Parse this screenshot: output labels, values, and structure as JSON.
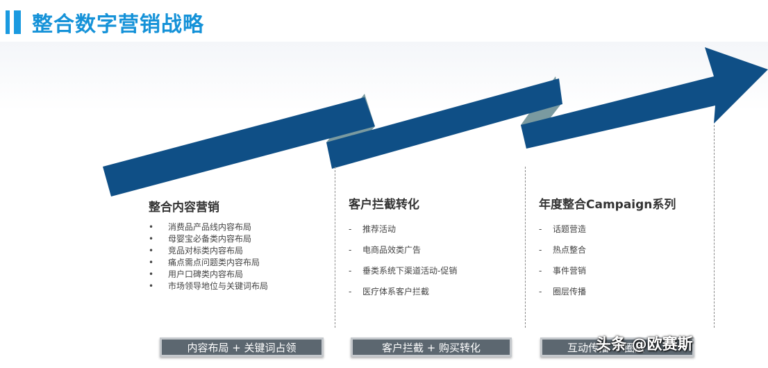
{
  "title": "整合数字营销战略",
  "sections": [
    {
      "heading": "整合内容营销",
      "items": [
        "消费品产品线内容布局",
        "母婴宝必备类内容布局",
        "竞品对标类内容布局",
        "痛点需点问题类内容布局",
        "用户口碑类内容布局",
        "市场领导地位与关键词布局"
      ]
    },
    {
      "heading": "客户拦截转化",
      "items": [
        "推荐活动",
        "电商品效类广告",
        "垂类系统下渠道活动-促销",
        "医疗体系客户拦截"
      ]
    },
    {
      "heading": "年度整合Campaign系列",
      "items": [
        "话题营造",
        "热点整合",
        "事件营销",
        "圈层传播"
      ]
    }
  ],
  "buttons": [
    "内容布局 + 关键词占领",
    "客户拦截 + 购买转化",
    "互动传播 + 圈层"
  ],
  "watermark": "头条 @欧赛斯",
  "colors": {
    "arrow": "#0f4f86",
    "arrow_edge": "#7a9aa0",
    "title": "#1592d8",
    "button": "#5c6770"
  }
}
